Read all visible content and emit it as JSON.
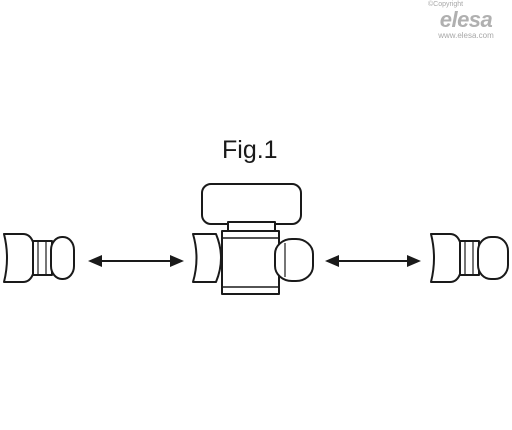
{
  "brand": {
    "copyright": "©Copyright",
    "logo": "elesa",
    "url": "www.elesa.com"
  },
  "figure": {
    "title": "Fig.1"
  },
  "colors": {
    "stroke": "#1a1a1a",
    "fill": "#ffffff",
    "brand_gray": "#a8a8a8"
  }
}
